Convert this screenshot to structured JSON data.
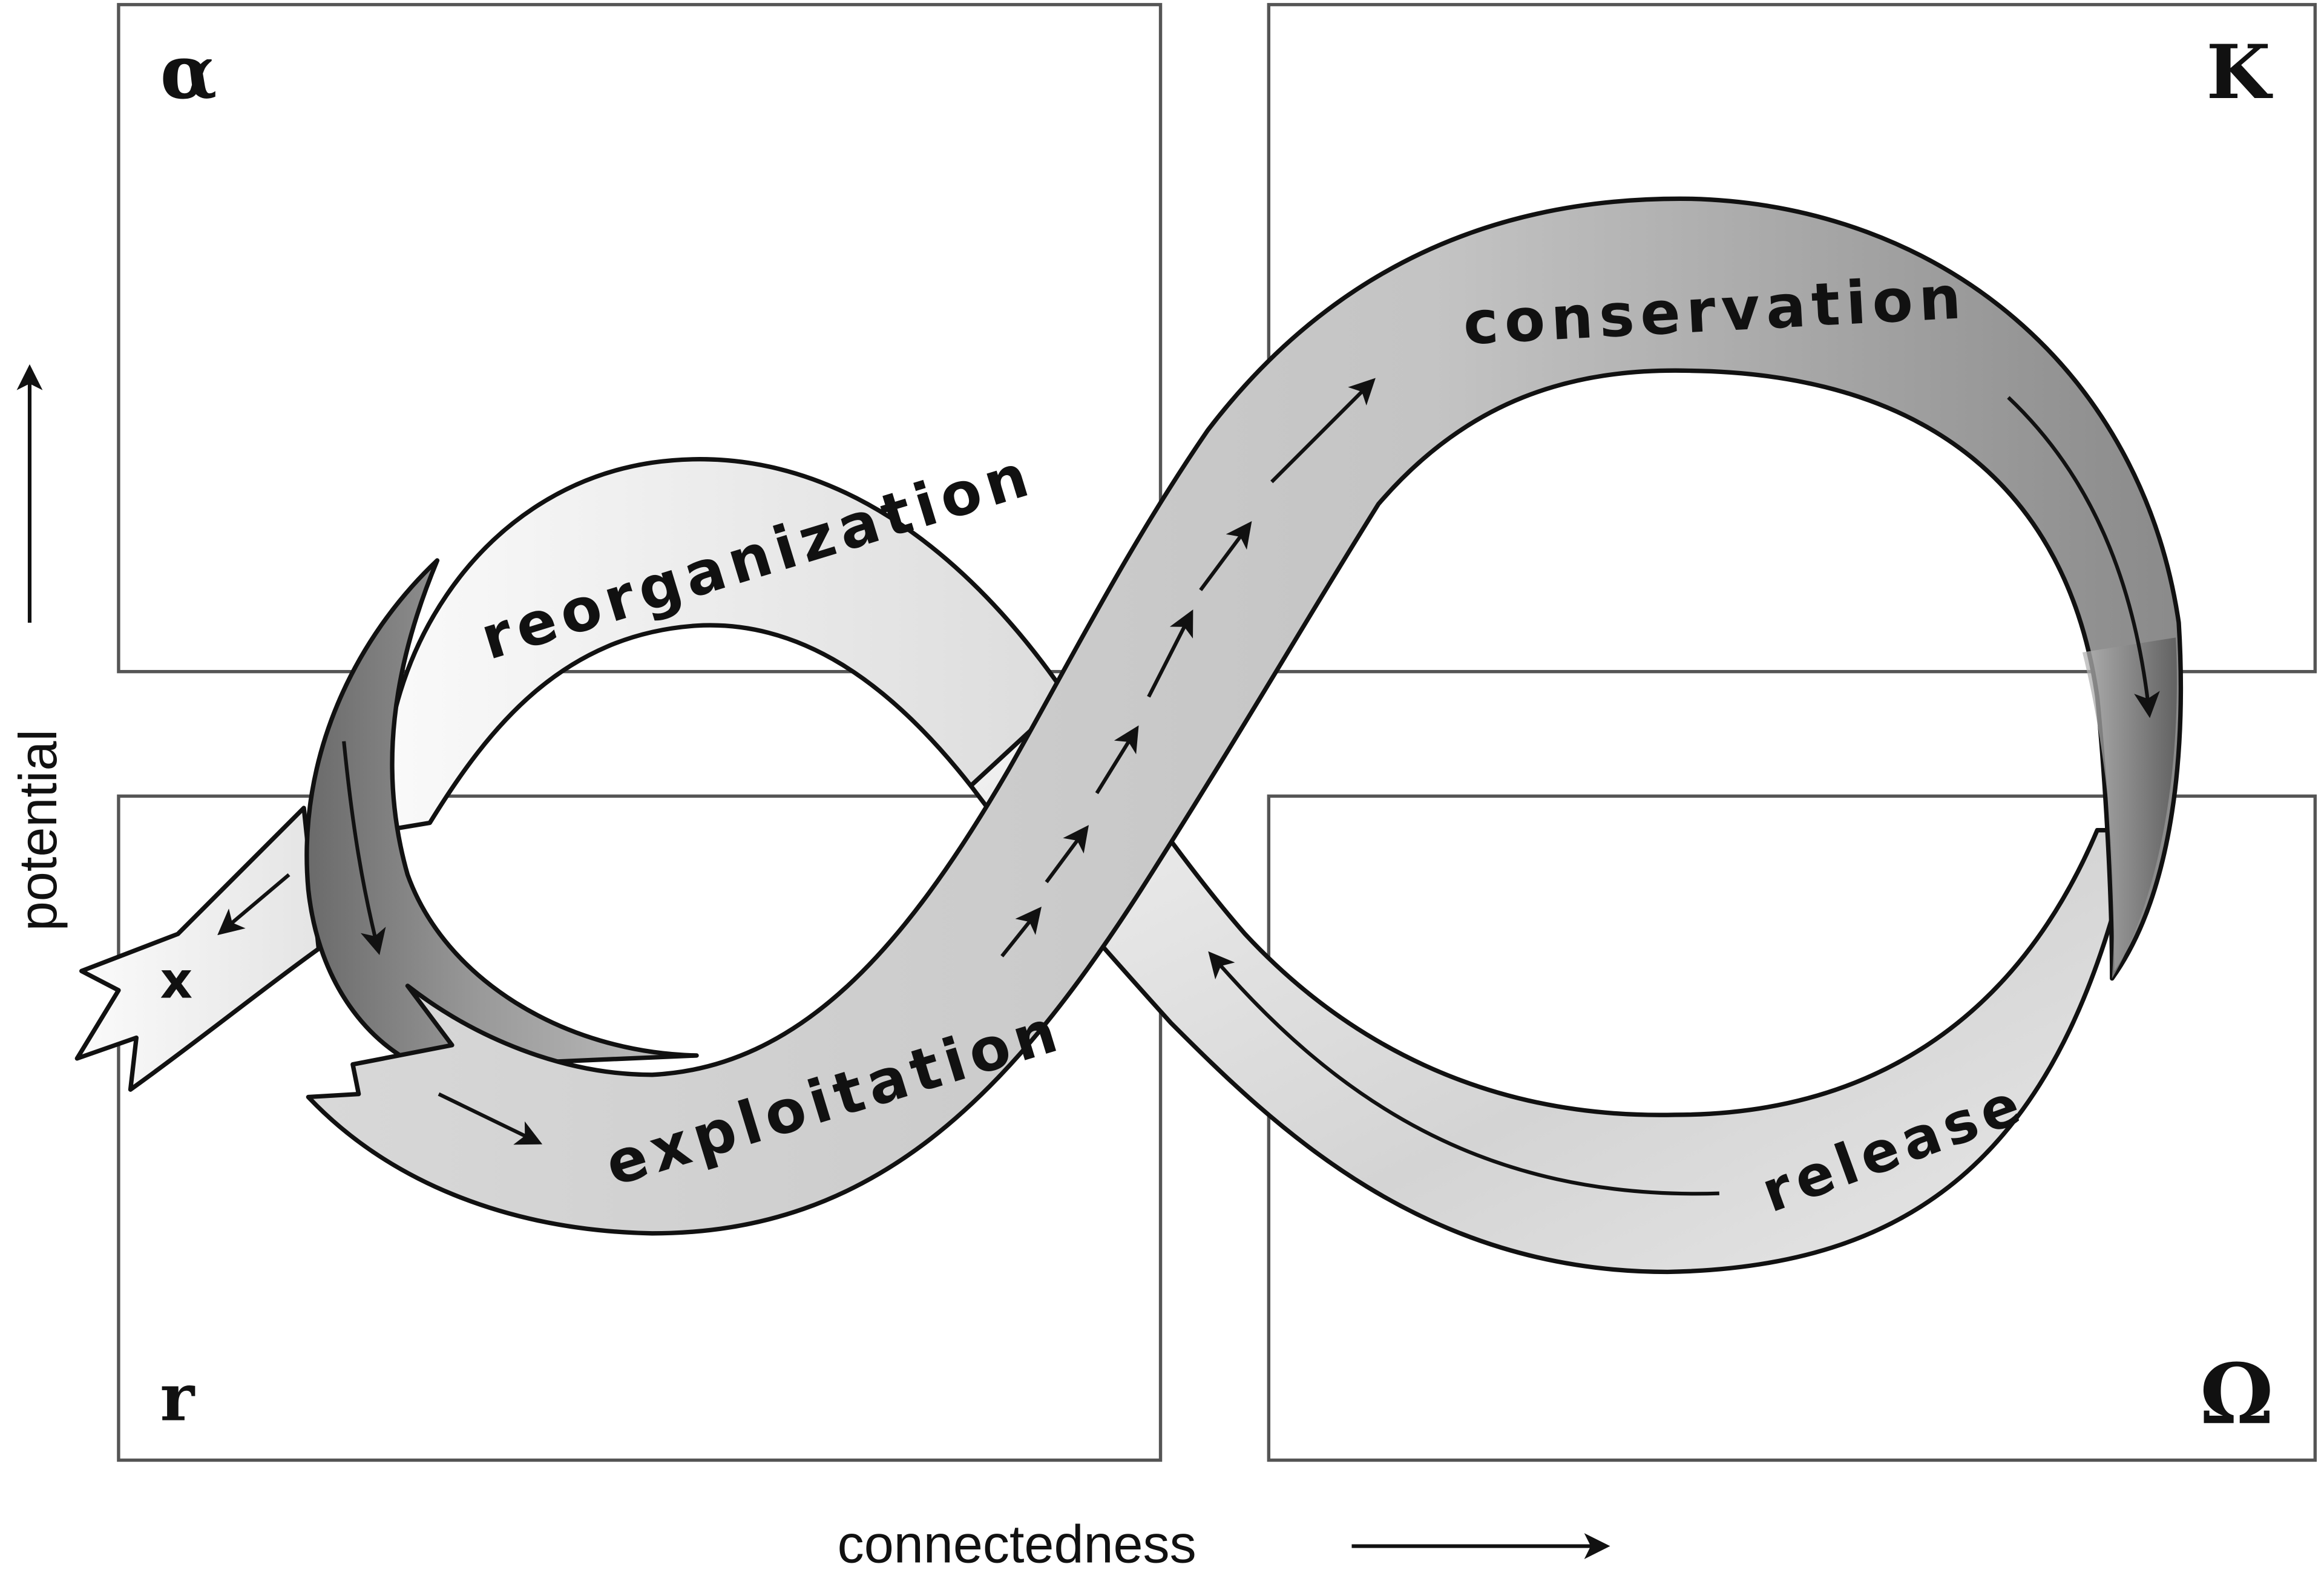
{
  "quadrants": {
    "alpha": "α",
    "k": "K",
    "r": "r",
    "omega": "Ω"
  },
  "phases": {
    "reorganization": "reorganization",
    "conservation": "conservation",
    "exploitation": "exploitation",
    "release": "release"
  },
  "escape_marker": "x",
  "axes": {
    "y_label": "potential",
    "x_label": "connectedness"
  },
  "colors": {
    "band_light": "#f4f4f4",
    "band_mid": "#bdbdbd",
    "band_dark": "#6e6e6e",
    "outline": "#111111",
    "box_border": "#555555"
  }
}
